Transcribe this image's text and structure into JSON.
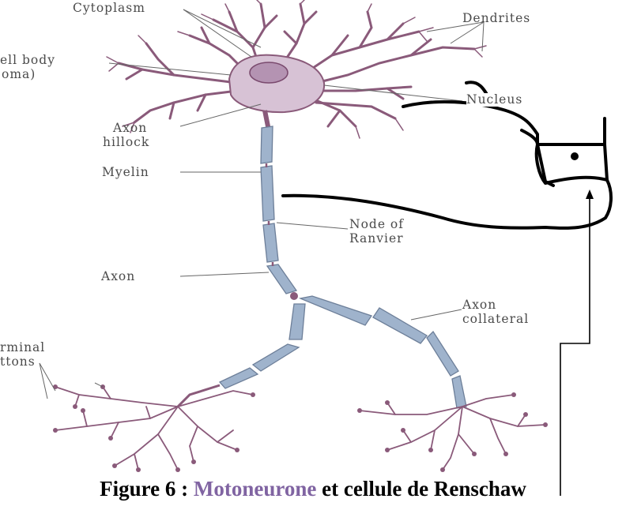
{
  "labels": {
    "cytoplasm": "Cytoplasm",
    "dendrites": "Dendrites",
    "cell_body_1": "ell body",
    "cell_body_2": "oma)",
    "nucleus": "Nucleus",
    "axon_hillock_1": "Axon",
    "axon_hillock_2": "hillock",
    "myelin": "Myelin",
    "node_ranvier_1": "Node of",
    "node_ranvier_2": "Ranvier",
    "axon": "Axon",
    "axon_collateral_1": "Axon",
    "axon_collateral_2": "collateral",
    "terminal_buttons_1": "rminal",
    "terminal_buttons_2": "ttons"
  },
  "caption": {
    "prefix": "Figure 6 : ",
    "highlight": "Motoneurone",
    "suffix": " et cellule de Renschaw"
  },
  "colors": {
    "neuron": "#8a5a7a",
    "soma": "#d7c2d5",
    "myelin": "#9fb3cc",
    "drawing": "#000000",
    "caption_highlight": "#8064a2"
  }
}
